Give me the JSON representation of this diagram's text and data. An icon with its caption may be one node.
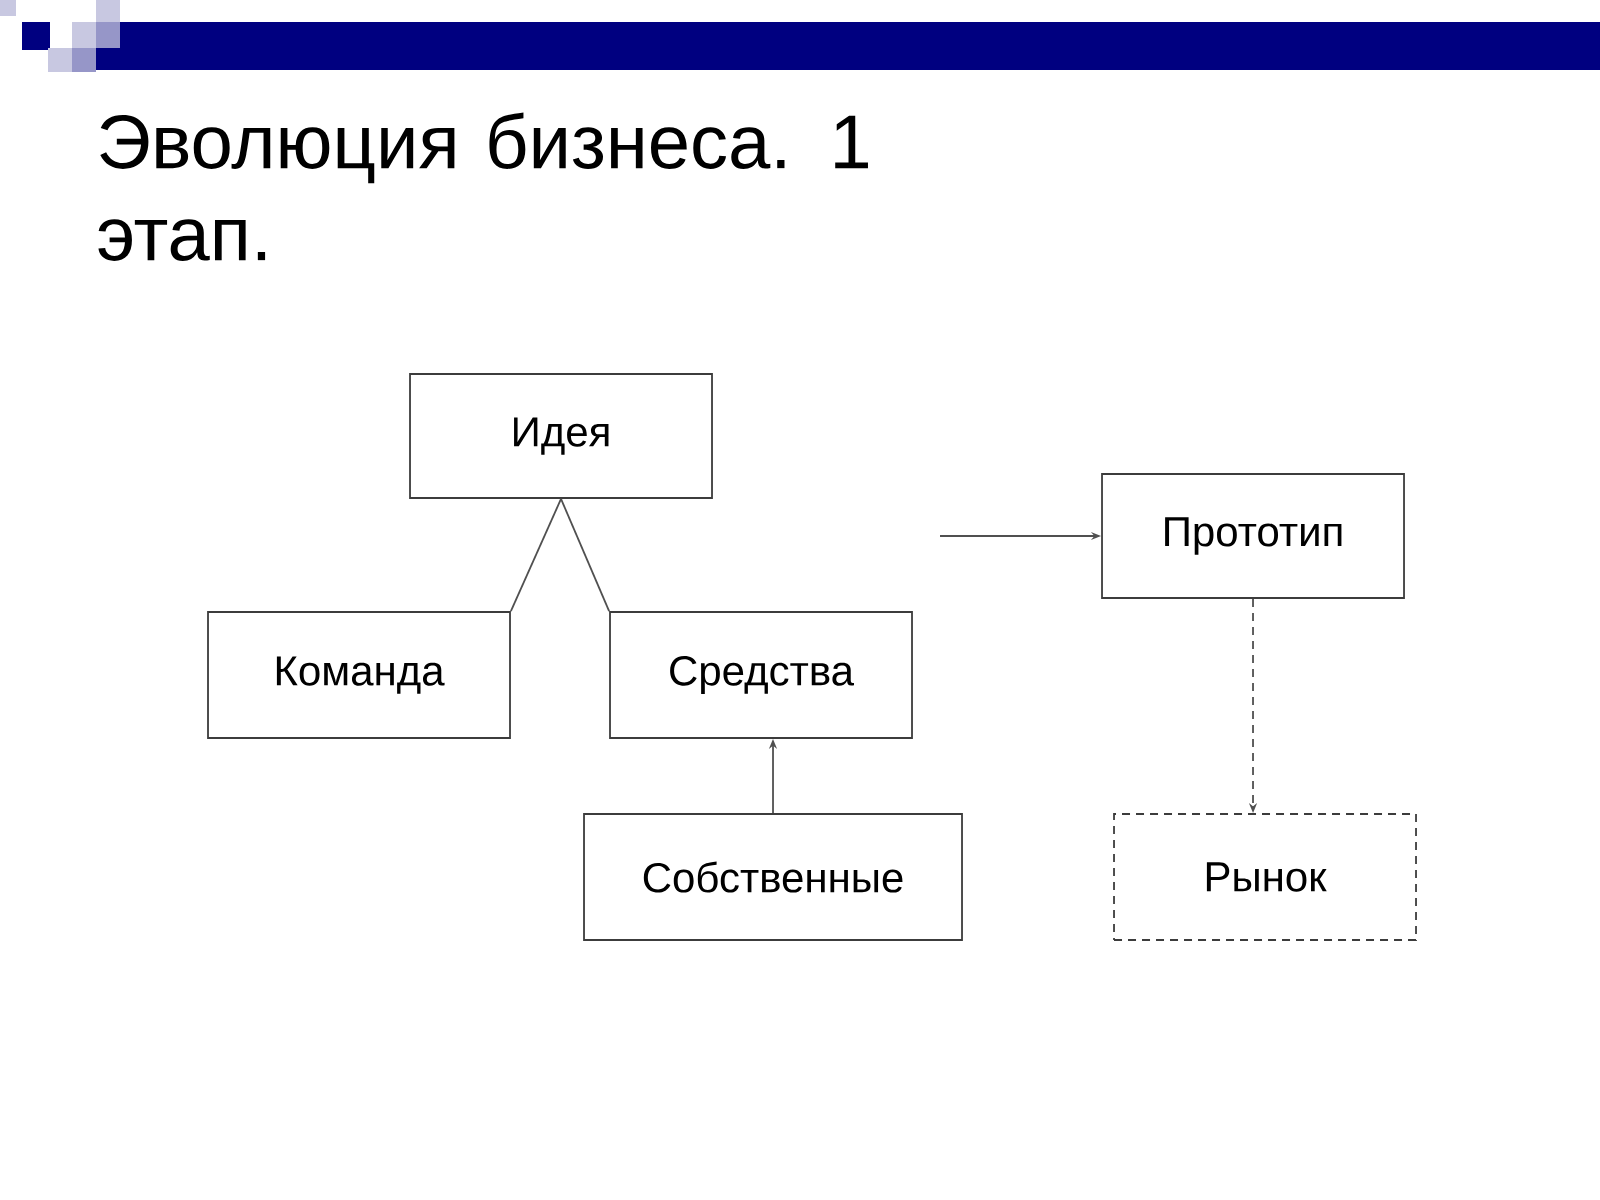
{
  "diagram": {
    "title": "Эволюция бизнеса. 1 этап.",
    "nodes": [
      {
        "text": [
          "Идея"
        ]
      },
      {
        "text": [
          "Команда"
        ]
      },
      {
        "text": [
          "Средства"
        ]
      },
      {
        "text": [
          "Прототип"
        ]
      },
      {
        "text": [
          "Собственные"
        ]
      },
      {
        "text": [
          "Рынок"
        ]
      }
    ],
    "edges": [
      {
        "from": 0,
        "to": 1,
        "arrow": "none"
      },
      {
        "from": 0,
        "to": 2,
        "arrow": "none"
      },
      {
        "from": 4,
        "to": 2,
        "arrow": "to"
      },
      {
        "from": null,
        "to": 3,
        "arrow": "to"
      },
      {
        "from": 3,
        "to": 5,
        "arrow": "to",
        "style": "dashed"
      }
    ]
  }
}
